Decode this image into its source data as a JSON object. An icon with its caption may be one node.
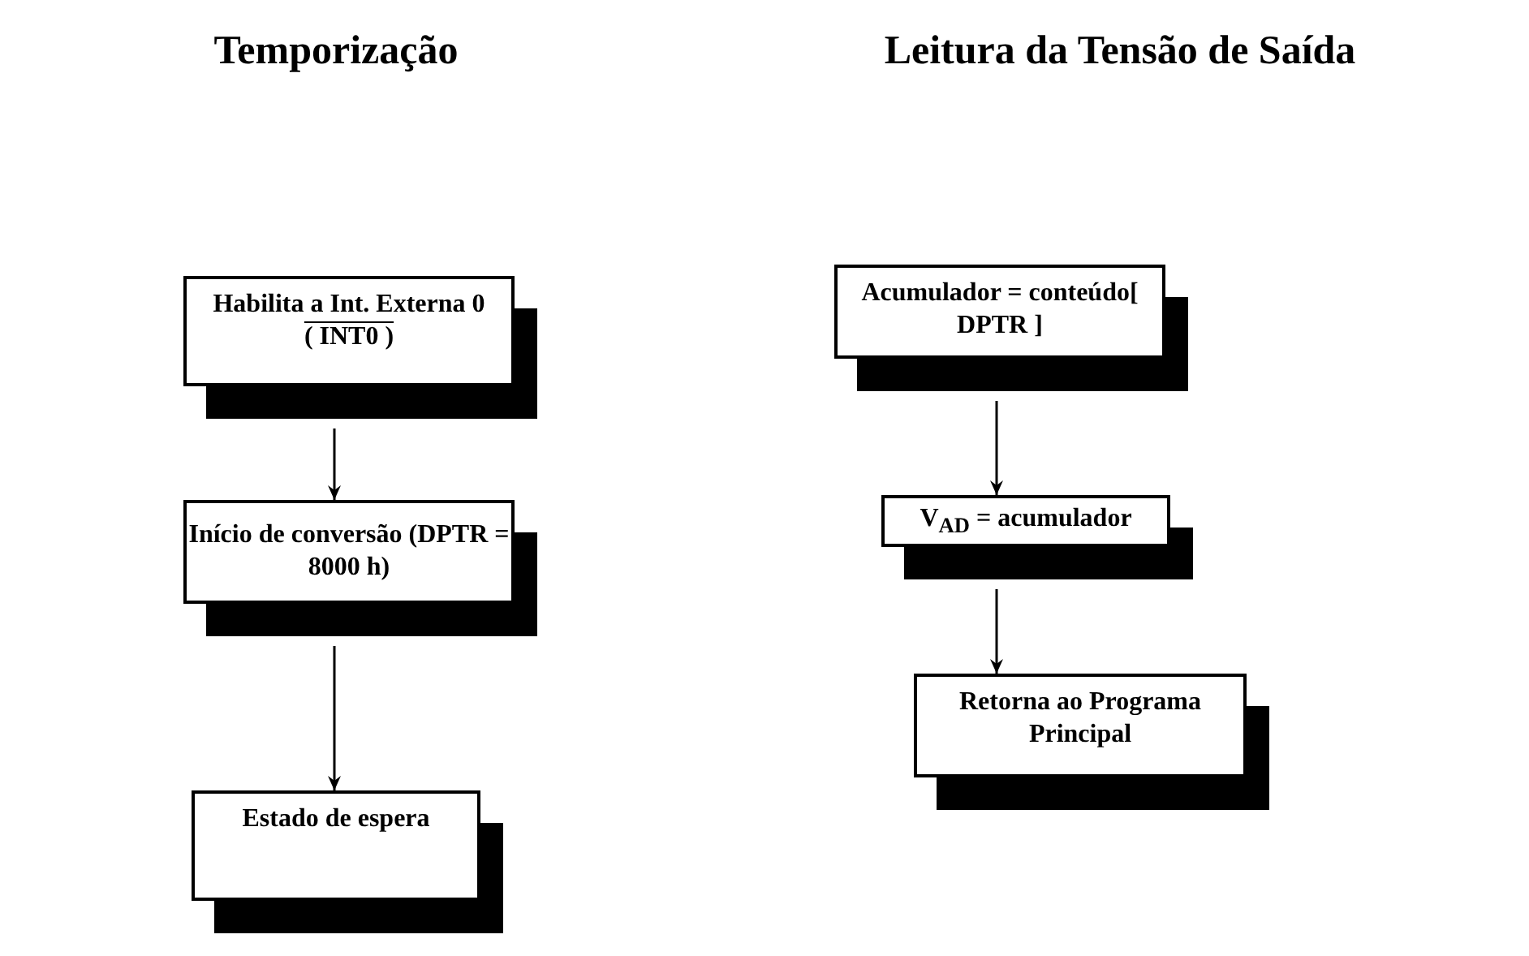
{
  "diagram": {
    "nodes": [
      {
        "text": [
          "Habilita a Int. Externa 0",
          "( INT0 )"
        ]
      },
      {
        "text": [
          "Início de conversão (DPTR = 8000 h)"
        ]
      },
      {
        "text": [
          "Estado de espera"
        ]
      },
      {
        "text": [
          "Acumulador = conteúdo[ DPTR ]"
        ]
      },
      {
        "text": [
          "V$_{AD}$  = acumulador"
        ]
      },
      {
        "text": [
          "Retorna ao Programa Principal"
        ]
      }
    ],
    "edges": [
      {
        "from": 0,
        "to": 1,
        "arrow": "to"
      },
      {
        "from": 1,
        "to": 2,
        "arrow": "to"
      },
      {
        "from": 3,
        "to": 4,
        "arrow": "to"
      },
      {
        "from": 4,
        "to": 5,
        "arrow": "to"
      }
    ],
    "labels": [
      "Temporização",
      "Leitura da Tensão de Saída"
    ]
  }
}
